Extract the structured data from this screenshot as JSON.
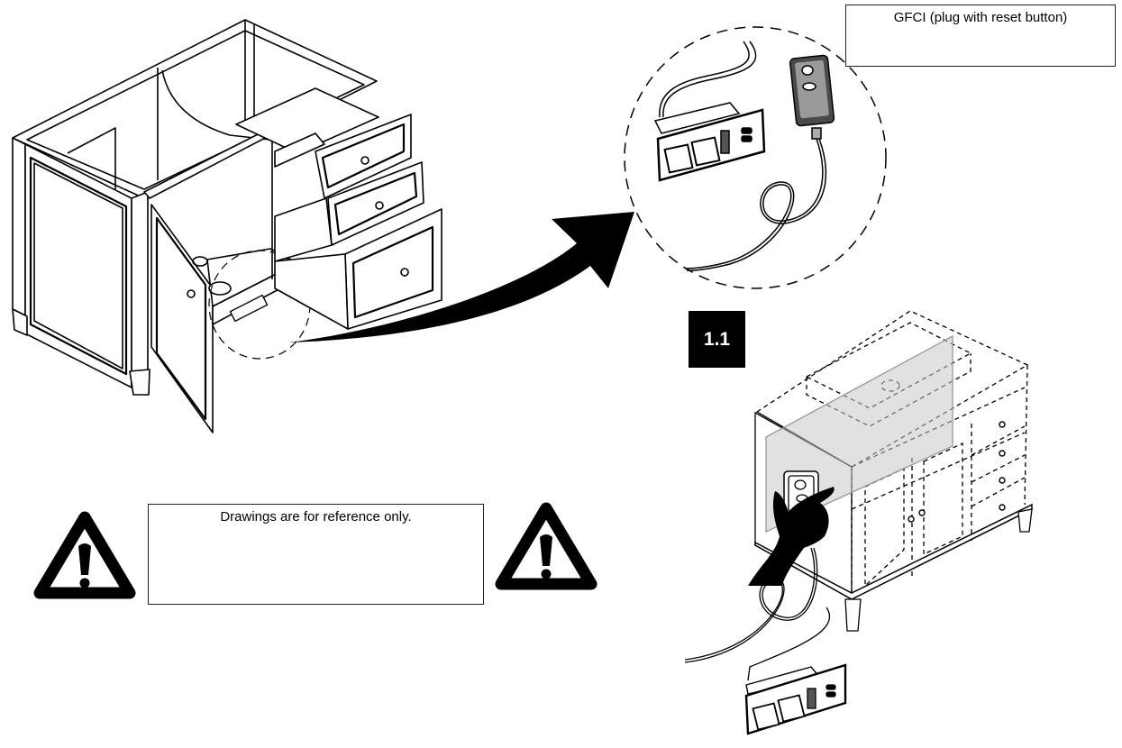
{
  "callouts": {
    "gfci_label": "GFCI (plug with reset button)",
    "reference_note": "Drawings are for reference only."
  },
  "step": {
    "number": "1.1"
  },
  "icons": {
    "warning_left": "warning-triangle-icon",
    "warning_right": "warning-triangle-icon",
    "arrow": "curved-arrow-icon"
  },
  "colors": {
    "ink": "#000000",
    "paper": "#ffffff",
    "plane_shade": "#c8c8c8",
    "remote_body": "#5a5a5a",
    "remote_face": "#9a9a9a"
  }
}
